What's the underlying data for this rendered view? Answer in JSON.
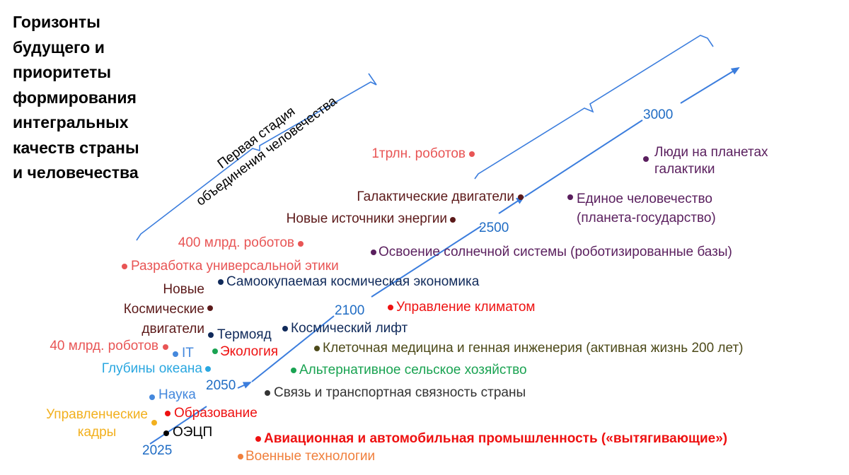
{
  "title": "Горизонты\nбудущего и\nприоритеты\nформирования\nинтегральных\nкачеств страны\nи человечества",
  "stage_label": [
    "Первая стадия",
    "объединения человечества"
  ],
  "colors": {
    "timeline": "#3b7ddd",
    "year_text": "#1f6cc4",
    "bracket": "#3b7ddd",
    "salmon": "#e85555",
    "maroon": "#5c1a1a",
    "dark_blue": "#102a5a",
    "red": "#ee1111",
    "purple": "#5a1f5e",
    "olive": "#4d4a1a",
    "green": "#1aa352",
    "light_blue": "#2aa7e0",
    "blue": "#4488dd",
    "gray": "#333333",
    "black": "#000000",
    "gold": "#f2b01e",
    "orange": "#f07f3c"
  },
  "years": [
    "2025",
    "2050",
    "2100",
    "2500",
    "3000"
  ],
  "items": [
    {
      "text": "1трлн. роботов",
      "color": "salmon"
    },
    {
      "text": "Люди на планетах\nгалактики",
      "color": "purple"
    },
    {
      "text": "Галактические двигатели",
      "color": "maroon"
    },
    {
      "text": "Единое человечество\n(планета-государство)",
      "color": "purple"
    },
    {
      "text": "Новые источники энергии",
      "color": "maroon"
    },
    {
      "text": "400 млрд. роботов",
      "color": "salmon"
    },
    {
      "text": "Освоение солнечной системы (роботизированные базы)",
      "color": "purple"
    },
    {
      "text": "Разработка универсальной этики",
      "color": "salmon"
    },
    {
      "text": "Новые\nКосмические\nдвигатели",
      "color": "maroon"
    },
    {
      "text": "Самоокупаемая космическая экономика",
      "color": "dark_blue"
    },
    {
      "text": "Управление климатом",
      "color": "red"
    },
    {
      "text": "Термояд",
      "color": "dark_blue"
    },
    {
      "text": "Космический лифт",
      "color": "dark_blue"
    },
    {
      "text": "40 млрд. роботов",
      "color": "salmon"
    },
    {
      "text": "IT",
      "color": "blue"
    },
    {
      "text": "Экология",
      "color": "red"
    },
    {
      "text": "Клеточная медицина и генная инженерия (активная жизнь 200 лет)",
      "color": "olive"
    },
    {
      "text": "Глубины океана",
      "color": "light_blue"
    },
    {
      "text": "Альтернативное сельское хозяйство",
      "color": "green"
    },
    {
      "text": "Наука",
      "color": "blue"
    },
    {
      "text": "Связь и транспортная связность страны",
      "color": "gray"
    },
    {
      "text": "Управленческие\nкадры",
      "color": "gold"
    },
    {
      "text": "Образование",
      "color": "red"
    },
    {
      "text": "ОЭЦП",
      "color": "black"
    },
    {
      "text": "Авиационная и автомобильная промышленность («вытягивающие»)",
      "color": "red"
    },
    {
      "text": "Военные технологии",
      "color": "orange"
    }
  ]
}
